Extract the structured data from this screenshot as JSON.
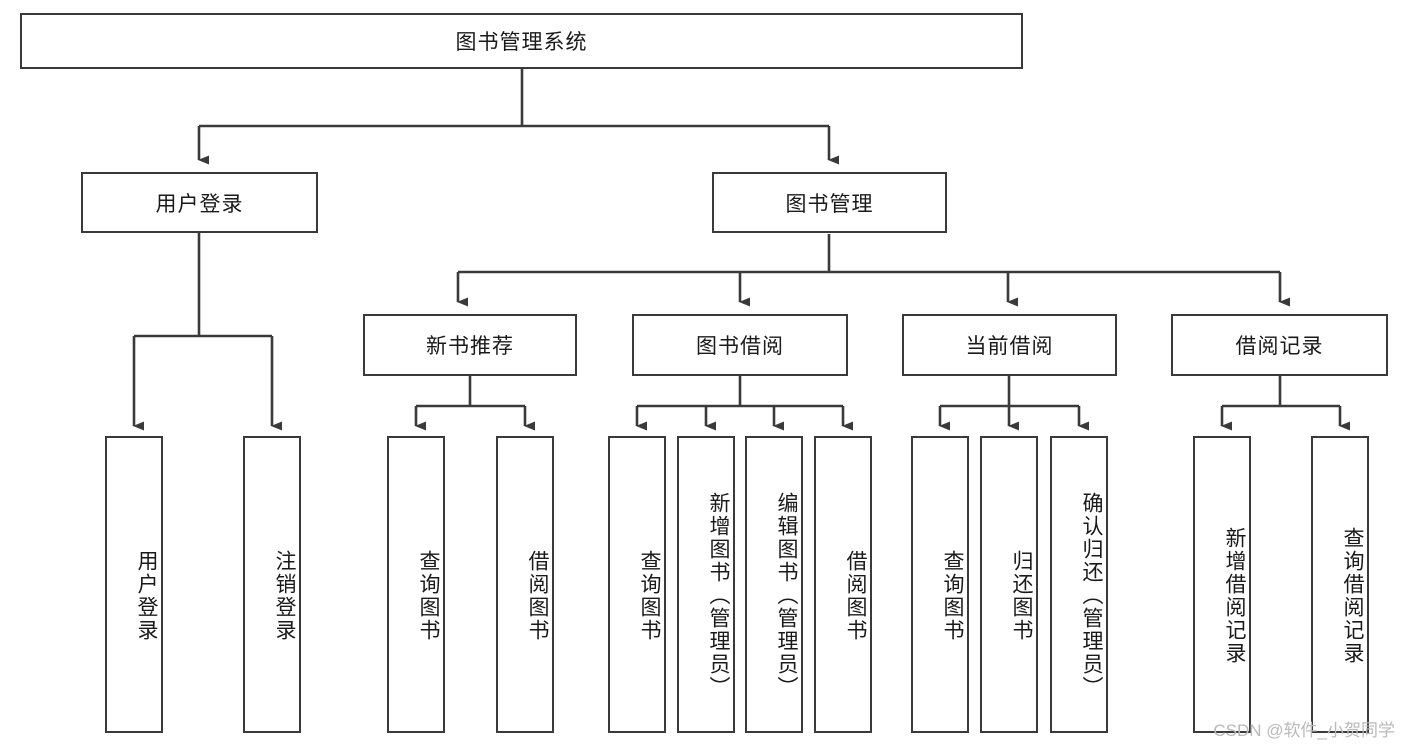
{
  "diagram": {
    "title": "图书管理系统",
    "watermark": "CSDN @软件_小贺同学",
    "colors": {
      "stroke": "#3a3a3a",
      "background": "#ffffff",
      "text": "#1a1a1a",
      "watermark": "#b9b9b9"
    },
    "levels": {
      "root": {
        "label": "图书管理系统"
      },
      "level2": [
        {
          "label": "用户登录"
        },
        {
          "label": "图书管理"
        }
      ],
      "level3": [
        {
          "label": "新书推荐"
        },
        {
          "label": "图书借阅"
        },
        {
          "label": "当前借阅"
        },
        {
          "label": "借阅记录"
        }
      ],
      "leaves": {
        "user_login": [
          {
            "label": "用户登录"
          },
          {
            "label": "注销登录"
          }
        ],
        "new_book_recommend": [
          {
            "label": "查询图书"
          },
          {
            "label": "借阅图书"
          }
        ],
        "book_borrow": [
          {
            "label": "查询图书"
          },
          {
            "label": "新增图书（管理员）"
          },
          {
            "label": "编辑图书（管理员）"
          },
          {
            "label": "借阅图书"
          }
        ],
        "current_borrow": [
          {
            "label": "查询图书"
          },
          {
            "label": "归还图书"
          },
          {
            "label": "确认归还（管理员）"
          }
        ],
        "borrow_record": [
          {
            "label": "新增借阅记录"
          },
          {
            "label": "查询借阅记录"
          }
        ]
      }
    }
  }
}
